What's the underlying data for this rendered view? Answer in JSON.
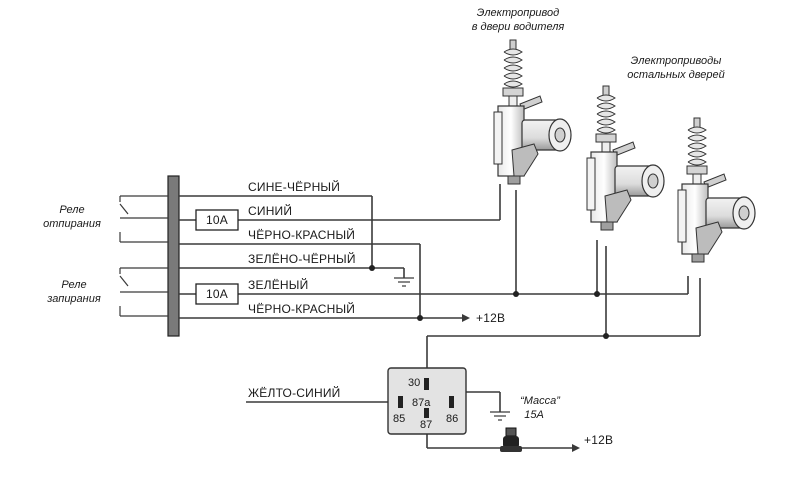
{
  "labels": {
    "actuator_driver": [
      "Электропривод",
      "в двери водителя"
    ],
    "actuator_others": [
      "Электроприводы",
      "остальных дверей"
    ],
    "relay_unlock": [
      "Реле",
      "отпирания"
    ],
    "relay_lock": [
      "Реле",
      "запирания"
    ],
    "wires": {
      "blue_black": "СИНЕ-ЧЁРНЫЙ",
      "blue": "СИНИЙ",
      "black_red_1": "ЧЁРНО-КРАСНЫЙ",
      "green_black": "ЗЕЛЁНО-ЧЁРНЫЙ",
      "green": "ЗЕЛЁНЫЙ",
      "black_red_2": "ЧЁРНО-КРАСНЫЙ",
      "yellow_blue": "ЖЁЛТО-СИНИЙ"
    },
    "fuse_1": "10A",
    "fuse_2": "10A",
    "plus12_1": "+12В",
    "plus12_2": "+12В",
    "mass": "“Масса”",
    "fuse_15a": "15A",
    "relay_pins": {
      "p30": "30",
      "p87a": "87a",
      "p85": "85",
      "p87": "87",
      "p86": "86"
    }
  }
}
